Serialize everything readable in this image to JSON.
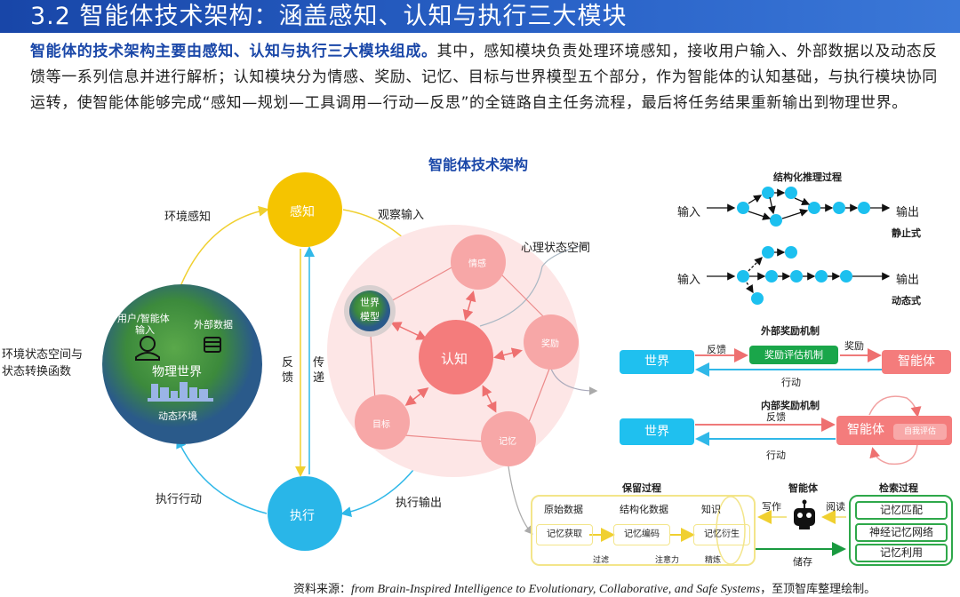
{
  "header": {
    "title": "3.2 智能体技术架构：涵盖感知、认知与执行三大模块"
  },
  "intro": {
    "lead": "智能体的技术架构主要由感知、认知与执行三大模块组成。",
    "body": "其中，感知模块负责处理环境感知，接收用户输入、外部数据以及动态反馈等一系列信息并进行解析；认知模块分为情感、奖励、记忆、目标与世界模型五个部分，作为智能体的认知基础，与执行模块协同运转，使智能体能够完成“感知—规划—工具调用—行动—反思”的全链路自主任务流程，最后将任务结果重新输出到物理世界。"
  },
  "diagram": {
    "title": "智能体技术架构",
    "perception": "感知",
    "execution": "执行",
    "cognition": "认知",
    "env_perception": "环境感知",
    "observe_input": "观察输入",
    "mental_space": "心理状态空间",
    "feedback": "反馈",
    "transmit": "传递",
    "exec_action": "执行行动",
    "exec_output": "执行输出",
    "env_state": [
      "环境状态空间与",
      "状态转换函数"
    ],
    "globe": {
      "user_input": [
        "用户/智能体",
        "输入"
      ],
      "external_data": "外部数据",
      "physical_world": "物理世界",
      "dynamic_env": "动态环境"
    },
    "cog_nodes": {
      "emotion": "情感",
      "reward": "奖励",
      "memory": "记忆",
      "goal": "目标",
      "world_model": [
        "世界",
        "模型"
      ]
    },
    "reasoning": {
      "title": "结构化推理过程",
      "input": "输入",
      "output": "输出",
      "static": "静止式",
      "dynamic": "动态式"
    },
    "external_reward": {
      "title": "外部奖励机制",
      "world": "世界",
      "agent": "智能体",
      "evaluator": "奖励评估机制",
      "feedback": "反馈",
      "reward": "奖励",
      "action": "行动"
    },
    "internal_reward": {
      "title": "内部奖励机制",
      "world": "世界",
      "agent": "智能体",
      "self_eval": "自我评估",
      "feedback": "反馈",
      "action": "行动"
    },
    "memory": {
      "retain": "保留过程",
      "raw": "原始数据",
      "structured": "结构化数据",
      "knowledge": "知识",
      "acquire": "记忆获取",
      "encode": "记忆编码",
      "derive": "记忆衍生",
      "filter": "过滤",
      "attention": "注意力",
      "refine": "精炼",
      "agent": "智能体",
      "write": "写作",
      "read": "阅读",
      "store": "储存",
      "retrieve": "检索过程",
      "match": "记忆匹配",
      "neural": "神经记忆网络",
      "use": "记忆利用"
    }
  },
  "source": {
    "prefix": "资料来源：",
    "italic": "from Brain-Inspired Intelligence to Evolutionary, Collaborative, and Safe Systems",
    "suffix": "，至顶智库整理绘制。"
  },
  "colors": {
    "header": "#1846a8",
    "perception": "#f5c400",
    "execution": "#29b6e8",
    "cognition": "#f47c7c",
    "world": "#1fc0ef",
    "evaluator": "#1aa64a"
  }
}
